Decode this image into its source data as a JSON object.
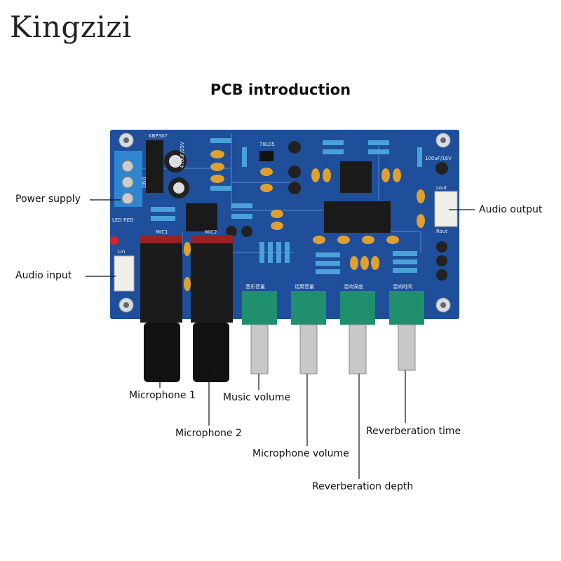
{
  "brand": "Kingzizi",
  "title": "PCB introduction",
  "labels": {
    "power_supply": "Power supply",
    "audio_output": "Audio output",
    "audio_input": "Audio input",
    "microphone_1": "Microphone 1",
    "microphone_2": "Microphone 2",
    "music_volume": "Music volume",
    "microphone_volume": "Microphone volume",
    "reverberation_depth": "Reverberation depth",
    "reverberation_time": "Reverberation time"
  },
  "silkscreen": {
    "bridge": "KBP307",
    "regulator": "78L05",
    "mic1": "MIC1",
    "mic2": "MIC2",
    "lin": "Lin",
    "lout": "Lout",
    "rout": "Rout",
    "gnd": "GND",
    "led": "LED RED",
    "cap1": "100uF/16V",
    "cap2": "470uF/25V",
    "pot1": "音乐音量",
    "pot2": "话筒音量",
    "pot3": "混响深度",
    "pot4": "混响时间"
  },
  "colors": {
    "board": "#1f4f9a",
    "pot": "#1f8f6e",
    "capacitor": "#e0a030",
    "terminal": "#2f86d0"
  }
}
